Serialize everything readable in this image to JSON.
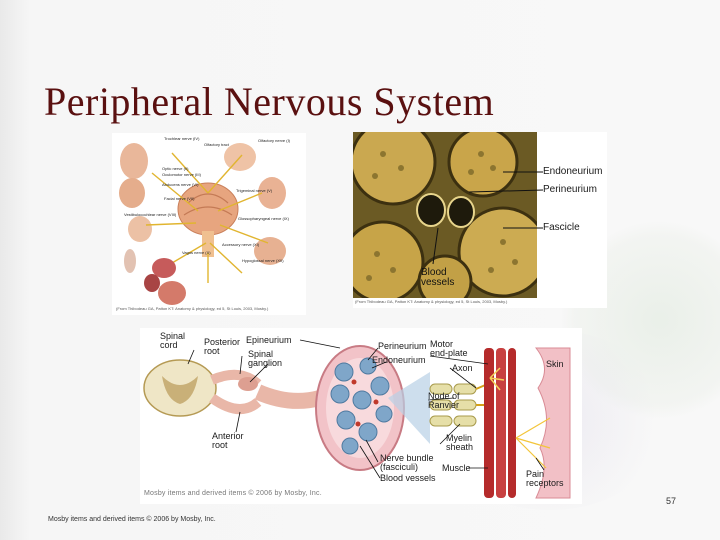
{
  "slide": {
    "title": "Peripheral Nervous System",
    "page_number": "57",
    "footer": "Mosby items and derived items © 2006 by Mosby, Inc.",
    "inner_credit": "Mosby items and derived items © 2006 by Mosby, Inc."
  },
  "cranial_figure": {
    "labels": {
      "trochlear": "Trochlear nerve (IV)",
      "olfactory_tract": "Olfactory tract",
      "olfactory_nerve": "Olfactory nerve (I)",
      "optic": "Optic nerve (II)",
      "oculomotor": "Oculomotor nerve (III)",
      "abducens": "Abducens nerve (VI)",
      "facial": "Facial nerve (VII)",
      "trigeminal": "Trigeminal nerve (V)",
      "vestibulocochlear": "Vestibulocochlear nerve (VIII)",
      "glossopharyngeal": "Glossopharyngeal nerve (IX)",
      "accessory": "Accessory nerve (XI)",
      "vagus": "Vagus nerve (X)",
      "hypoglossal": "Hypoglossal nerve (XII)"
    },
    "caption": "(From Thibodeau GA, Patton KT: Anatomy & physiology, ed 5, St Louis, 2003, Mosby.)"
  },
  "micrograph": {
    "labels": {
      "endoneurium": "Endoneurium",
      "perineurium": "Perineurium",
      "fascicle": "Fascicle",
      "blood_vessels": "Blood\nvessels"
    },
    "caption": "(From Thibodeau GA, Patton KT: Anatomy & physiology, ed 5, St Louis, 2003, Mosby.)"
  },
  "nerve_diagram": {
    "labels": {
      "spinal_cord": "Spinal\ncord",
      "posterior_root": "Posterior\nroot",
      "epineurium": "Epineurium",
      "spinal_ganglion": "Spinal\nganglion",
      "perineurium": "Perineurium",
      "endoneurium": "Endoneurium",
      "motor_endplate": "Motor\nend-plate",
      "axon": "Axon",
      "skin": "Skin",
      "node_of_ranvier": "Node of\nRanvier",
      "anterior_root": "Anterior\nroot",
      "myelin_sheath": "Myelin\nsheath",
      "nerve_bundle": "Nerve bundle\n(fasciculi)",
      "muscle": "Muscle",
      "blood_vessels": "Blood vessels",
      "pain_receptors": "Pain\nreceptors"
    }
  },
  "colors": {
    "title": "#5a1010",
    "micrograph_bg": "#b89a3a",
    "fascicle": "#caa850",
    "nerve_pink": "#f2c3c8",
    "muscle_red": "#b52b2b",
    "myelin": "#e6dfa8"
  }
}
